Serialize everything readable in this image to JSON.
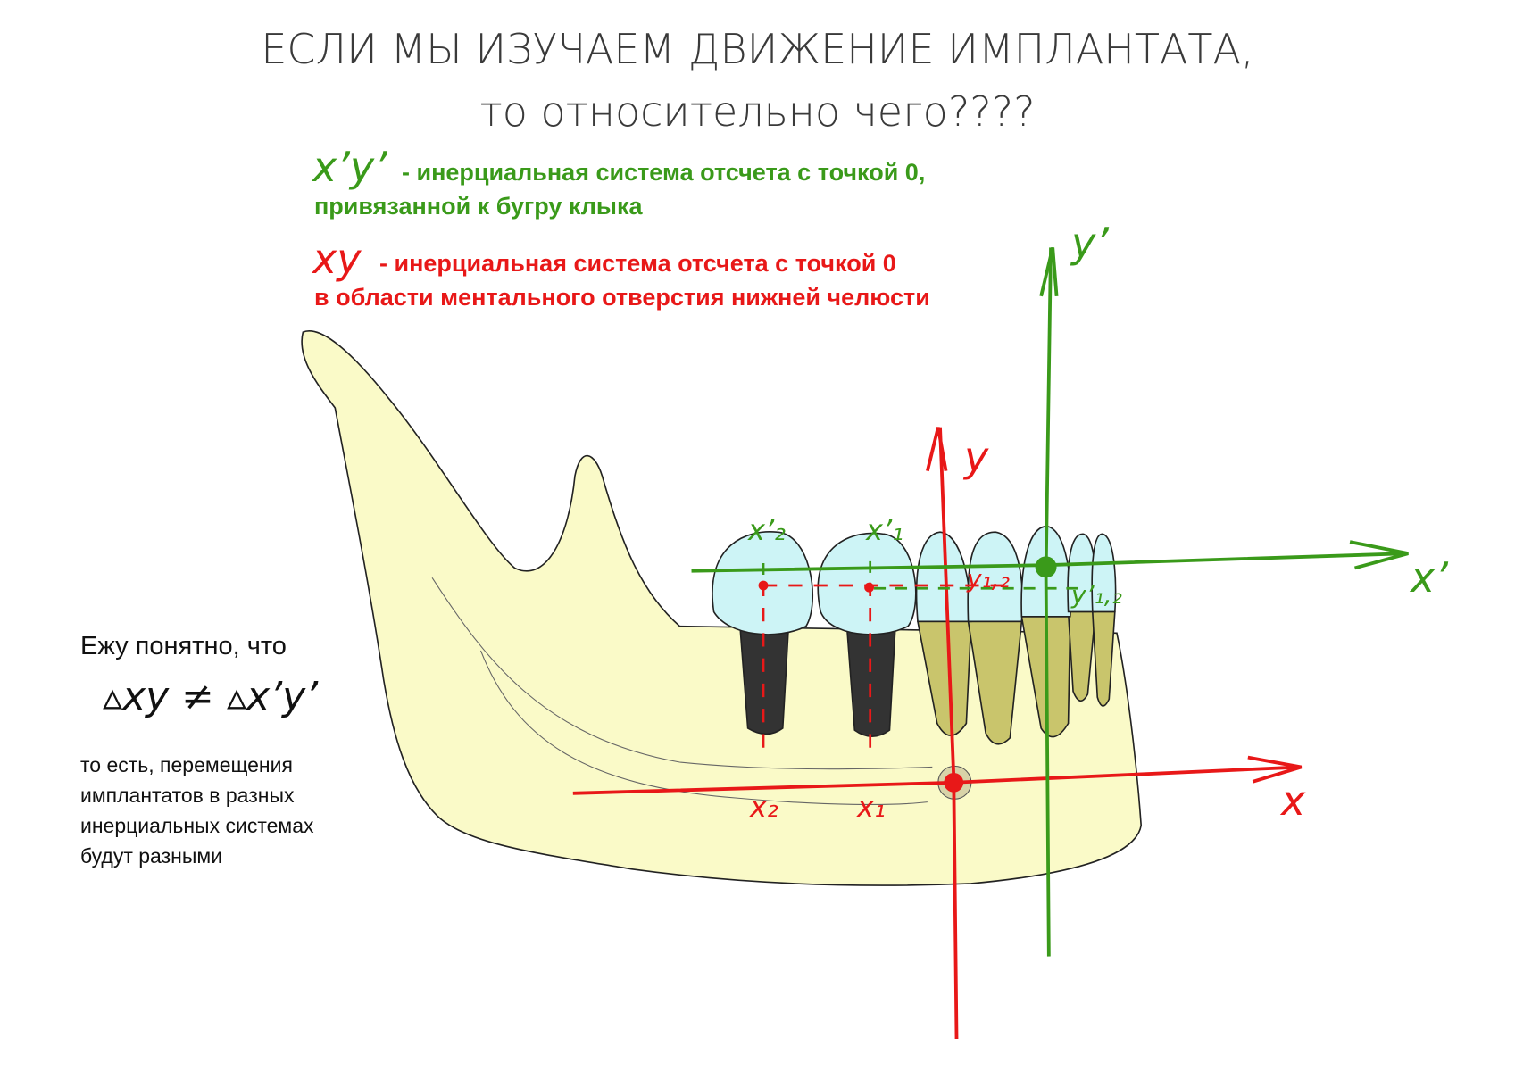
{
  "title": {
    "line1": "ЕСЛИ МЫ ИЗУЧАЕМ ДВИЖЕНИЕ ИМПЛАНТАТА,",
    "line2": "то относительно чего????"
  },
  "legend": [
    {
      "symbol": "x’y’",
      "line1": "- инерциальная система отсчета с точкой 0,",
      "line2": "привязанной к бугру клыка",
      "color": "#3a9a1a"
    },
    {
      "symbol": "xy",
      "line1": "- инерциальная система отсчета с точкой 0",
      "line2": "в области ментального отверстия нижней  челюсти",
      "color": "#e81818"
    }
  ],
  "note": {
    "heading": "Ежу понятно, что",
    "formula": "▵xy ≠ ▵x’y’",
    "body": "то есть, перемещения имплантатов в разных инерциальных системах будут разными"
  },
  "axes": {
    "x": "x",
    "y": "y",
    "x_prime": "x’",
    "y_prime": "y’",
    "x1": "x₁",
    "x2": "x₂",
    "x1_prime": "x’₁",
    "x2_prime": "x’₂",
    "y12": "y₁,₂",
    "y12_prime": "y’₁,₂"
  },
  "colors": {
    "green": "#3a9a1a",
    "red": "#e81818",
    "bone": "#fafac8",
    "crown": "#cdf4f6",
    "implant": "#333333",
    "root": "#c9c56c"
  }
}
